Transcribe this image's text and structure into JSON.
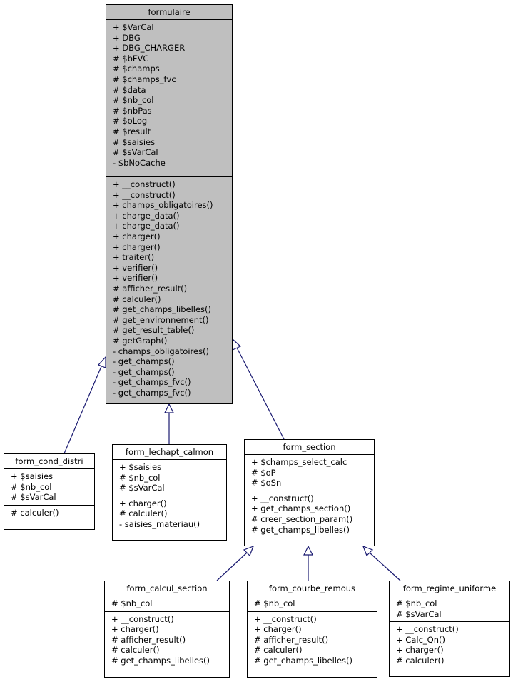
{
  "classes": {
    "formulaire": {
      "name": "formulaire",
      "attributes": [
        "+ $VarCal",
        "+ DBG",
        "+ DBG_CHARGER",
        "# $bFVC",
        "# $champs",
        "# $champs_fvc",
        "# $data",
        "# $nb_col",
        "# $nbPas",
        "# $oLog",
        "# $result",
        "# $saisies",
        "# $sVarCal",
        "- $bNoCache"
      ],
      "methods": [
        "+ __construct()",
        "+ __construct()",
        "+ champs_obligatoires()",
        "+ charge_data()",
        "+ charge_data()",
        "+ charger()",
        "+ charger()",
        "+ traiter()",
        "+ verifier()",
        "+ verifier()",
        "# afficher_result()",
        "# calculer()",
        "# get_champs_libelles()",
        "# get_environnement()",
        "# get_result_table()",
        "# getGraph()",
        "- champs_obligatoires()",
        "- get_champs()",
        "- get_champs()",
        "- get_champs_fvc()",
        "- get_champs_fvc()"
      ]
    },
    "form_cond_distri": {
      "name": "form_cond_distri",
      "attributes": [
        "+ $saisies",
        "# $nb_col",
        "# $sVarCal"
      ],
      "methods": [
        "# calculer()"
      ]
    },
    "form_lechapt_calmon": {
      "name": "form_lechapt_calmon",
      "attributes": [
        "+ $saisies",
        "# $nb_col",
        "# $sVarCal"
      ],
      "methods": [
        "+ charger()",
        "# calculer()",
        "- saisies_materiau()"
      ]
    },
    "form_section": {
      "name": "form_section",
      "attributes": [
        "+ $champs_select_calc",
        "# $oP",
        "# $oSn"
      ],
      "methods": [
        "+ __construct()",
        "+ get_champs_section()",
        "# creer_section_param()",
        "# get_champs_libelles()"
      ]
    },
    "form_calcul_section": {
      "name": "form_calcul_section",
      "attributes": [
        "# $nb_col"
      ],
      "methods": [
        "+ __construct()",
        "+ charger()",
        "# afficher_result()",
        "# calculer()",
        "# get_champs_libelles()"
      ]
    },
    "form_courbe_remous": {
      "name": "form_courbe_remous",
      "attributes": [
        "# $nb_col"
      ],
      "methods": [
        "+ __construct()",
        "+ charger()",
        "# afficher_result()",
        "# calculer()",
        "# get_champs_libelles()"
      ]
    },
    "form_regime_uniforme": {
      "name": "form_regime_uniforme",
      "attributes": [
        "# $nb_col",
        "# $sVarCal"
      ],
      "methods": [
        "+ __construct()",
        "+ Calc_Qn()",
        "+ charger()",
        "# calculer()"
      ]
    }
  },
  "colors": {
    "edge": "#191970",
    "root_fill": "#bfbfbf",
    "border": "#000000"
  }
}
